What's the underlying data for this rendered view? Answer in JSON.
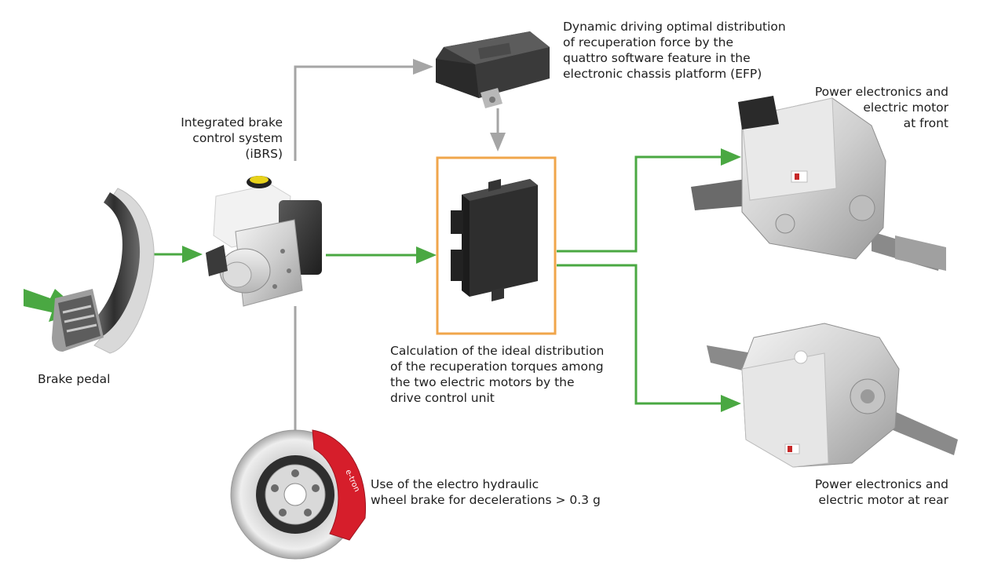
{
  "labels": {
    "ibrs": "Integrated brake\ncontrol system\n(iBRS)",
    "efp": "Dynamic driving optimal distribution\nof recuperation force by the\nquattro software feature in the\nelectronic chassis platform (EFP)",
    "front": "Power electronics and\nelectric motor\nat front",
    "rear": "Power electronics and\nelectric motor at rear",
    "calc": "Calculation of the ideal distribution\nof the recuperation torques among\nthe two electric motors by the\ndrive control unit",
    "pedal": "Brake pedal",
    "wheel_brake": "Use of the electro hydraulic\nwheel brake for decelerations > 0.3 g",
    "caliper_logo": "e-tron"
  },
  "colors": {
    "green_arrow": "#4aa842",
    "gray_line": "#a5a5a5",
    "highlight_box": "#f0a64b",
    "caliper_red": "#d61e2b"
  }
}
